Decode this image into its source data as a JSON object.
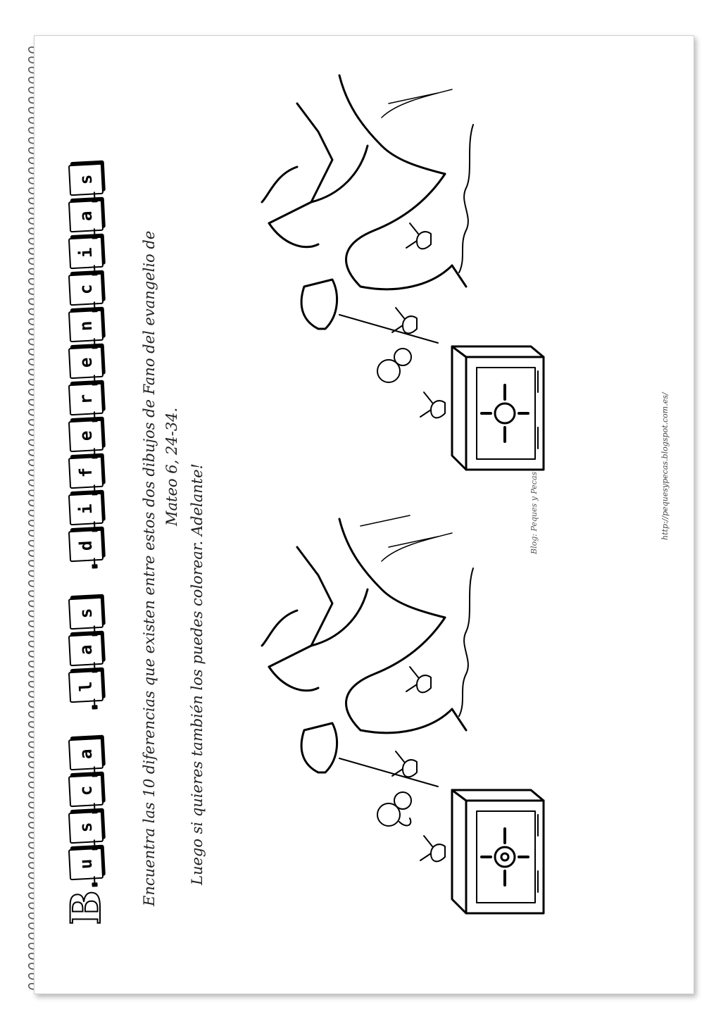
{
  "title": {
    "first_letter": "B",
    "words": [
      [
        "u",
        "s",
        "c",
        "a"
      ],
      [
        "l",
        "a",
        "s"
      ],
      [
        "d",
        "i",
        "f",
        "e",
        "r",
        "e",
        "n",
        "c",
        "i",
        "a",
        "s"
      ]
    ]
  },
  "instructions": {
    "line1": "Encuentra las 10 diferencias que existen entre estos dos dibujos de Fano del evangelio de",
    "line2": "Mateo 6, 24-34.",
    "line3": "Luego si quieres también los puedes colorear. Adelante!"
  },
  "credit": "Blog: Peques y Pecas",
  "url": "http://pequesypecas.blogspot.com.es/"
}
